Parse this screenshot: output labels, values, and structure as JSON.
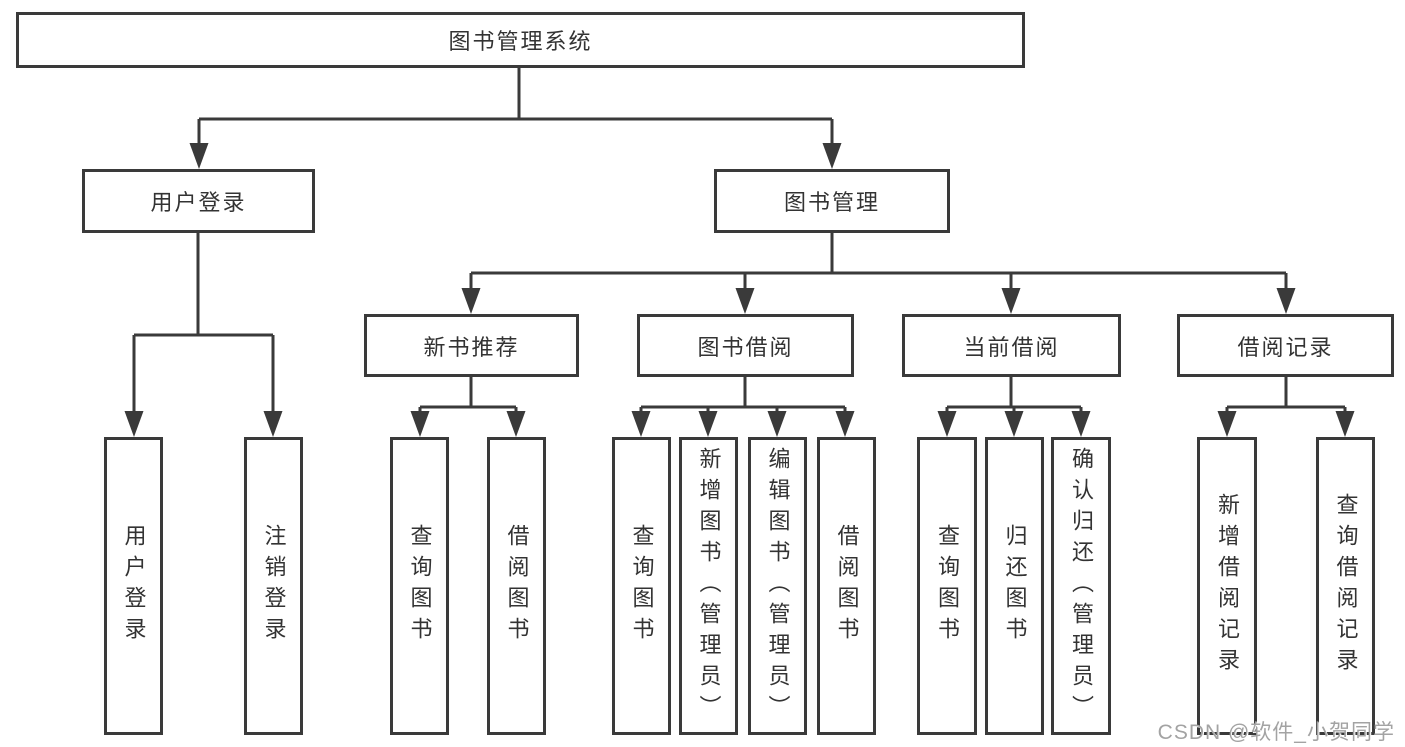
{
  "tree": {
    "label": "图书管理系统",
    "children": [
      {
        "label": "用户登录",
        "children": [
          {
            "label": "用户登录"
          },
          {
            "label": "注销登录"
          }
        ]
      },
      {
        "label": "图书管理",
        "children": [
          {
            "label": "新书推荐",
            "children": [
              {
                "label": "查询图书"
              },
              {
                "label": "借阅图书"
              }
            ]
          },
          {
            "label": "图书借阅",
            "children": [
              {
                "label": "查询图书"
              },
              {
                "label": "新增图书（管理员）"
              },
              {
                "label": "编辑图书（管理员）"
              },
              {
                "label": "借阅图书"
              }
            ]
          },
          {
            "label": "当前借阅",
            "children": [
              {
                "label": "查询图书"
              },
              {
                "label": "归还图书"
              },
              {
                "label": "确认归还（管理员）"
              }
            ]
          },
          {
            "label": "借阅记录",
            "children": [
              {
                "label": "新增借阅记录"
              },
              {
                "label": "查询借阅记录"
              }
            ]
          }
        ]
      }
    ]
  },
  "watermark": "CSDN @软件_小贺同学",
  "colors": {
    "line": "#3a3a3a",
    "text": "#333333",
    "watermark": "#a3a3a3",
    "background": "#ffffff"
  }
}
